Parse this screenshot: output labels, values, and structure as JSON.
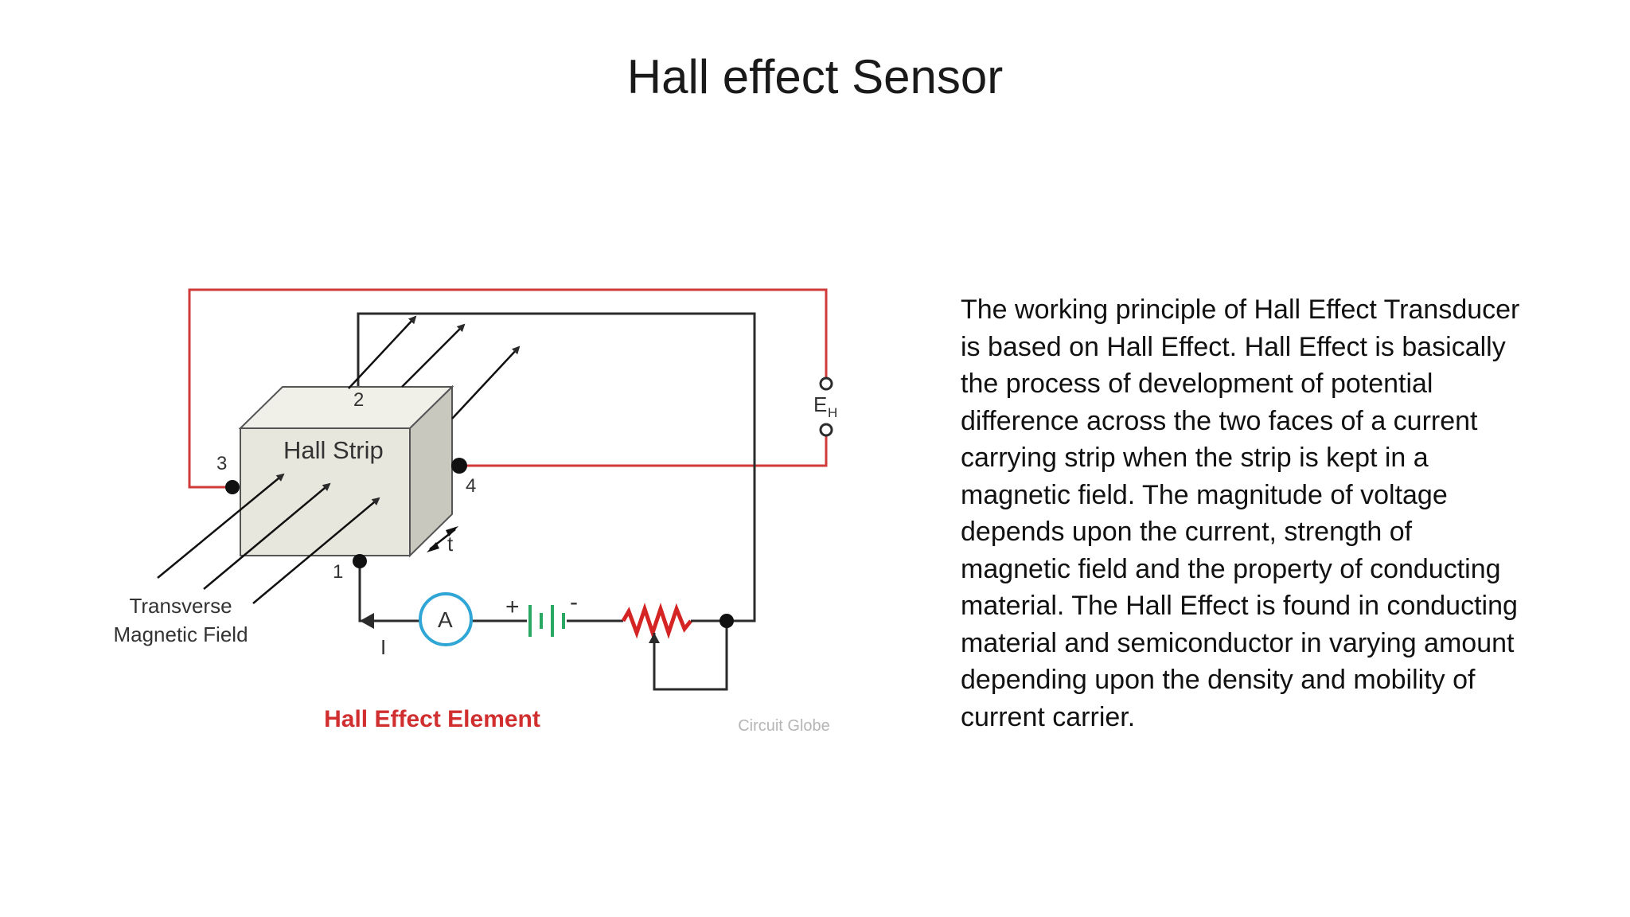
{
  "slide": {
    "title": "Hall effect Sensor",
    "body_lines": [
      "The working principle of Hall Effect Transducer",
      "is based on Hall Effect. Hall Effect is basically",
      "the process of development of potential",
      "difference across the two faces of a current",
      "carrying strip when the strip is kept in a",
      "magnetic field. The magnitude of voltage",
      "depends upon the current, strength of",
      "magnetic field and the property of conducting",
      "material. The Hall Effect is found in conducting",
      "material and semiconductor in varying amount",
      "depending upon the density and mobility of",
      "current carrier."
    ]
  },
  "diagram": {
    "strip_label": "Hall Strip",
    "terminal_1": "1",
    "terminal_2": "2",
    "terminal_3": "3",
    "terminal_4": "4",
    "thickness_label": "t",
    "field_label_line1": "Transverse",
    "field_label_line2": "Magnetic Field",
    "ammeter_label": "A",
    "battery_plus": "+",
    "battery_minus": "-",
    "current_label": "I",
    "hall_voltage_label": "E",
    "hall_voltage_sub": "H",
    "caption": "Hall Effect Element",
    "watermark": "Circuit Globe"
  },
  "colors": {
    "wire": "#2b2b2b",
    "hall_output_wire": "#d03a3a",
    "caption": "#d12f2f",
    "ammeter": "#2fa6d6",
    "battery": "#2aa864",
    "resistor": "#d42424",
    "strip_front": "#e8e7dd",
    "strip_top": "#f1f0e8",
    "strip_side": "#c9c8bf"
  }
}
